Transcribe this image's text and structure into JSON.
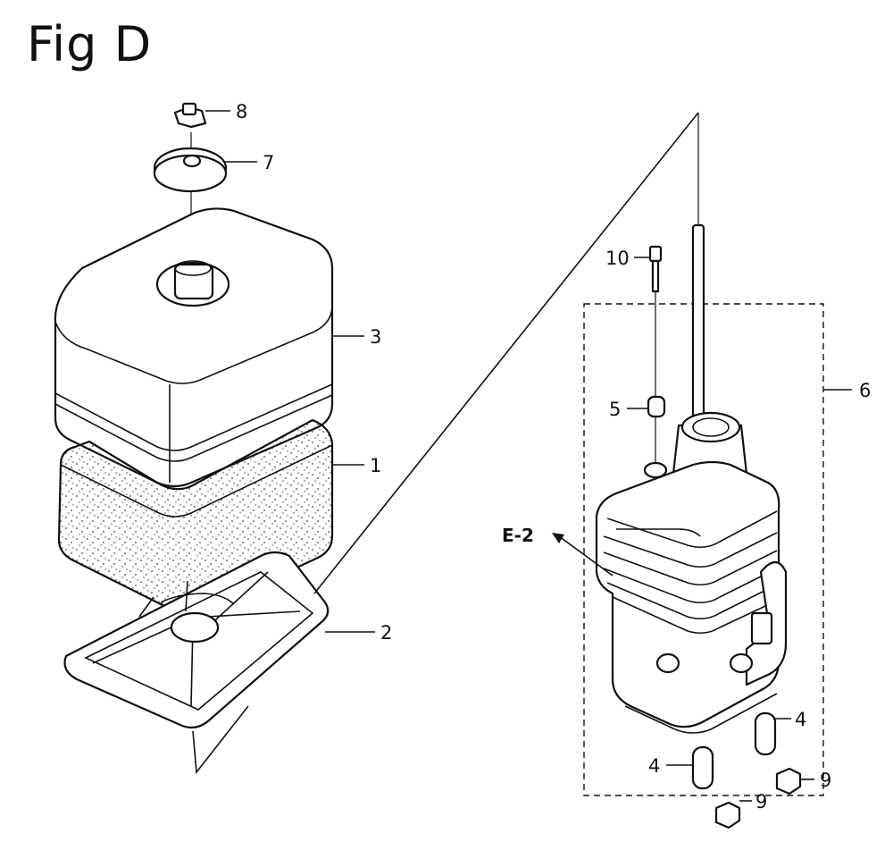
{
  "figure": {
    "title": "Fig D"
  },
  "callouts": {
    "c1": "1",
    "c2": "2",
    "c3": "3",
    "c4a": "4",
    "c4b": "4",
    "c5": "5",
    "c6": "6",
    "c7": "7",
    "c8": "8",
    "c9a": "9",
    "c9b": "9",
    "c10": "10",
    "ref": "E-2"
  }
}
